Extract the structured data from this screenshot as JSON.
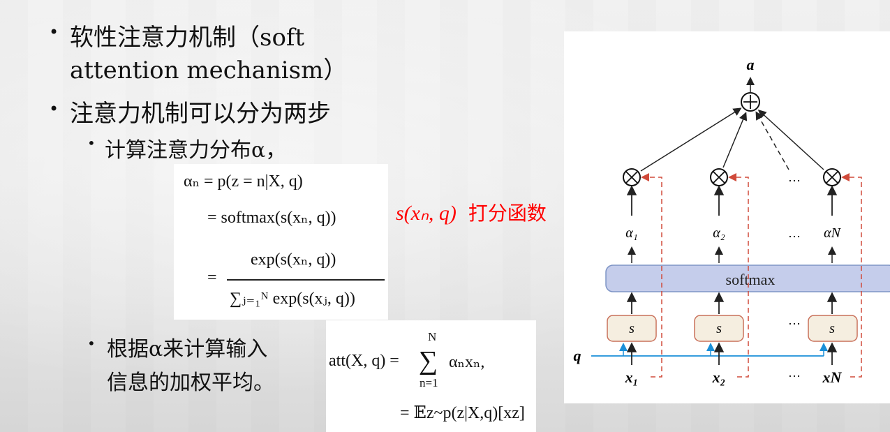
{
  "bullets": [
    {
      "line1": "软性注意力机制（soft",
      "line2": "attention mechanism）"
    },
    {
      "line1": "注意力机制可以分为两步"
    }
  ],
  "sub_bullets": [
    {
      "text": "计算注意力分布α，"
    },
    {
      "line1": "根据α来计算输入",
      "line2": "信息的加权平均。"
    }
  ],
  "formula1": {
    "line1": "αₙ = p(z = n|X, q)",
    "line2": "= softmax(s(xₙ, q))",
    "numerator": "exp(s(xₙ, q))",
    "denominator": "∑ⱼ₌₁ᴺ exp(s(xⱼ, q))"
  },
  "annotation": {
    "math": "s(xₙ, q)",
    "text": "打分函数",
    "color": "#ff0000"
  },
  "formula2": {
    "line1_lhs": "att(X, q) =",
    "sum_upper": "N",
    "sum_lower": "n=1",
    "line1_rhs": "αₙxₙ,",
    "line2": "= 𝔼z~p(z|X,q)[xz]"
  },
  "diagram": {
    "output": "a",
    "softmax_label": "softmax",
    "score_label": "s",
    "query": "q",
    "alphas": [
      "α₁",
      "α₂",
      "…",
      "αN"
    ],
    "inputs": [
      "x₁",
      "x₂",
      "…",
      "xN"
    ],
    "ellipsis": "…",
    "colors": {
      "softmax_fill": "#c5cdeb",
      "score_fill": "#f5eee0",
      "score_stroke": "#c9705a",
      "query_line": "#1a8fd8",
      "dashed": "#d04a3a"
    }
  }
}
